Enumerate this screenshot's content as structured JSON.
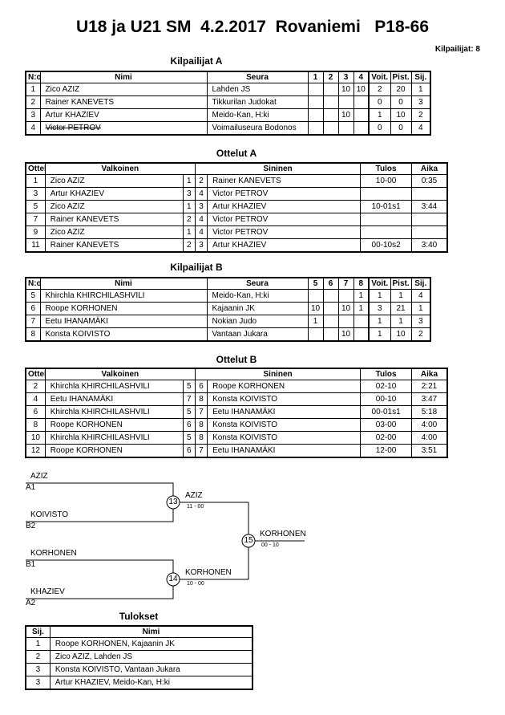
{
  "header": {
    "title": "U18 ja U21 SM  4.2.2017  Rovaniemi   P18-66",
    "competitors_count": "Kilpailijat: 8"
  },
  "pool_a": {
    "title": "Kilpailijat A",
    "headers": {
      "no": "N:o",
      "name": "Nimi",
      "club": "Seura",
      "r1": "1",
      "r2": "2",
      "r3": "3",
      "r4": "4",
      "wins": "Voit.",
      "points": "Pist.",
      "rank": "Sij."
    },
    "rows": [
      {
        "no": "1",
        "name": "Zico AZIZ",
        "club": "Lahden JS",
        "r1": "",
        "r2": "",
        "r3": "10",
        "r4": "10",
        "wins": "2",
        "points": "20",
        "rank": "1"
      },
      {
        "no": "2",
        "name": "Rainer KANEVETS",
        "club": "Tikkurilan Judokat",
        "r1": "",
        "r2": "",
        "r3": "",
        "r4": "",
        "wins": "0",
        "points": "0",
        "rank": "3"
      },
      {
        "no": "3",
        "name": "Artur KHAZIEV",
        "club": "Meido-Kan, H:ki",
        "r1": "",
        "r2": "",
        "r3": "10",
        "r4": "",
        "wins": "1",
        "points": "10",
        "rank": "2"
      },
      {
        "no": "4",
        "name": "Victor PETROV",
        "club": "Voimailuseura Bodonos",
        "r1": "",
        "r2": "",
        "r3": "",
        "r4": "",
        "wins": "0",
        "points": "0",
        "rank": "4"
      }
    ]
  },
  "matches_a": {
    "title": "Ottelut A",
    "headers": {
      "match": "Ottelu",
      "white": "Valkoinen",
      "blue": "Sininen",
      "result": "Tulos",
      "time": "Aika"
    },
    "rows": [
      {
        "match": "1",
        "white": "Zico AZIZ",
        "wn": "1",
        "bn": "2",
        "blue": "Rainer KANEVETS",
        "result": "10-00",
        "time": "0:35"
      },
      {
        "match": "3",
        "white": "Artur KHAZIEV",
        "wn": "3",
        "bn": "4",
        "blue": "Victor PETROV",
        "result": "",
        "time": ""
      },
      {
        "match": "5",
        "white": "Zico AZIZ",
        "wn": "1",
        "bn": "3",
        "blue": "Artur KHAZIEV",
        "result": "10-01s1",
        "time": "3:44"
      },
      {
        "match": "7",
        "white": "Rainer KANEVETS",
        "wn": "2",
        "bn": "4",
        "blue": "Victor PETROV",
        "result": "",
        "time": ""
      },
      {
        "match": "9",
        "white": "Zico AZIZ",
        "wn": "1",
        "bn": "4",
        "blue": "Victor PETROV",
        "result": "",
        "time": ""
      },
      {
        "match": "11",
        "white": "Rainer KANEVETS",
        "wn": "2",
        "bn": "3",
        "blue": "Artur KHAZIEV",
        "result": "00-10s2",
        "time": "3:40"
      }
    ]
  },
  "pool_b": {
    "title": "Kilpailijat B",
    "headers": {
      "no": "N:o",
      "name": "Nimi",
      "club": "Seura",
      "r1": "5",
      "r2": "6",
      "r3": "7",
      "r4": "8",
      "wins": "Voit.",
      "points": "Pist.",
      "rank": "Sij."
    },
    "rows": [
      {
        "no": "5",
        "name": "Khirchla KHIRCHILASHVILI",
        "club": "Meido-Kan, H:ki",
        "r1": "",
        "r2": "",
        "r3": "",
        "r4": "1",
        "wins": "1",
        "points": "1",
        "rank": "4"
      },
      {
        "no": "6",
        "name": "Roope KORHONEN",
        "club": "Kajaanin JK",
        "r1": "10",
        "r2": "",
        "r3": "10",
        "r4": "1",
        "wins": "3",
        "points": "21",
        "rank": "1"
      },
      {
        "no": "7",
        "name": "Eetu IHANAMÄKI",
        "club": "Nokian Judo",
        "r1": "1",
        "r2": "",
        "r3": "",
        "r4": "",
        "wins": "1",
        "points": "1",
        "rank": "3"
      },
      {
        "no": "8",
        "name": "Konsta KOIVISTO",
        "club": "Vantaan Jukara",
        "r1": "",
        "r2": "",
        "r3": "10",
        "r4": "",
        "wins": "1",
        "points": "10",
        "rank": "2"
      }
    ]
  },
  "matches_b": {
    "title": "Ottelut B",
    "headers": {
      "match": "Ottelu",
      "white": "Valkoinen",
      "blue": "Sininen",
      "result": "Tulos",
      "time": "Aika"
    },
    "rows": [
      {
        "match": "2",
        "white": "Khirchla KHIRCHILASHVILI",
        "wn": "5",
        "bn": "6",
        "blue": "Roope KORHONEN",
        "result": "02-10",
        "time": "2:21"
      },
      {
        "match": "4",
        "white": "Eetu IHANAMÄKI",
        "wn": "7",
        "bn": "8",
        "blue": "Konsta KOIVISTO",
        "result": "00-10",
        "time": "3:47"
      },
      {
        "match": "6",
        "white": "Khirchla KHIRCHILASHVILI",
        "wn": "5",
        "bn": "7",
        "blue": "Eetu IHANAMÄKI",
        "result": "00-01s1",
        "time": "5:18"
      },
      {
        "match": "8",
        "white": "Roope KORHONEN",
        "wn": "6",
        "bn": "8",
        "blue": "Konsta KOIVISTO",
        "result": "03-00",
        "time": "4:00"
      },
      {
        "match": "10",
        "white": "Khirchla KHIRCHILASHVILI",
        "wn": "5",
        "bn": "8",
        "blue": "Konsta KOIVISTO",
        "result": "02-00",
        "time": "4:00"
      },
      {
        "match": "12",
        "white": "Roope KORHONEN",
        "wn": "6",
        "bn": "7",
        "blue": "Eetu IHANAMÄKI",
        "result": "12-00",
        "time": "3:51"
      }
    ]
  },
  "bracket": {
    "semi1": {
      "top_name": "AZIZ",
      "top_seed": "A1",
      "bottom_name": "KOIVISTO",
      "bottom_seed": "B2",
      "match_no": "13",
      "winner": "AZIZ",
      "score": "11 - 00"
    },
    "semi2": {
      "top_name": "KORHONEN",
      "top_seed": "B1",
      "bottom_name": "KHAZIEV",
      "bottom_seed": "A2",
      "match_no": "14",
      "winner": "KORHONEN",
      "score": "10 - 00"
    },
    "final": {
      "match_no": "15",
      "winner": "KORHONEN",
      "score": "00 - 10"
    }
  },
  "results": {
    "title": "Tulokset",
    "headers": {
      "place": "Sij.",
      "name": "Nimi"
    },
    "rows": [
      {
        "place": "1",
        "name": "Roope KORHONEN, Kajaanin JK"
      },
      {
        "place": "2",
        "name": "Zico AZIZ, Lahden JS"
      },
      {
        "place": "3",
        "name": "Konsta KOIVISTO, Vantaan Jukara"
      },
      {
        "place": "3",
        "name": "Artur KHAZIEV, Meido-Kan, H:ki"
      }
    ]
  }
}
